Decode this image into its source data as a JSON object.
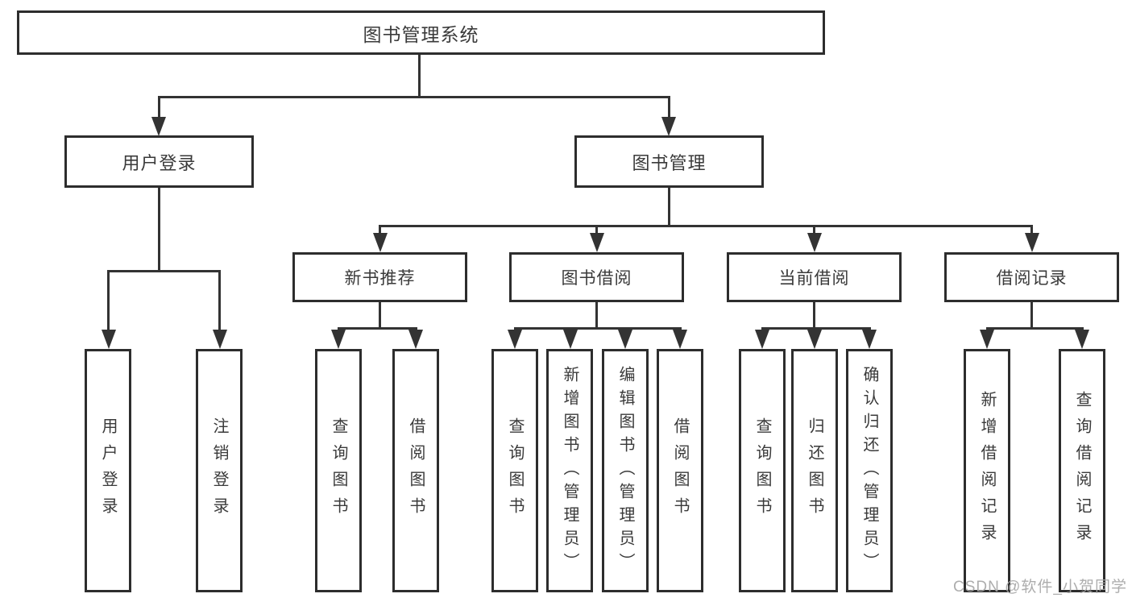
{
  "diagram_title": "图书管理系统",
  "colors": {
    "line": "#333333",
    "border": "#2d2d2d",
    "text": "#3a3a3a",
    "background": "#ffffff",
    "watermark": "#a6a6a6"
  },
  "tree": {
    "root": {
      "label": "图书管理系统"
    },
    "branches": [
      {
        "label": "用户登录",
        "children": [
          {
            "label": "用户登录"
          },
          {
            "label": "注销登录"
          }
        ]
      },
      {
        "label": "图书管理",
        "children": [
          {
            "label": "新书推荐",
            "children": [
              {
                "label": "查询图书"
              },
              {
                "label": "借阅图书"
              }
            ]
          },
          {
            "label": "图书借阅",
            "children": [
              {
                "label": "查询图书"
              },
              {
                "label": "新增图书（管理员）"
              },
              {
                "label": "编辑图书（管理员）"
              },
              {
                "label": "借阅图书"
              }
            ]
          },
          {
            "label": "当前借阅",
            "children": [
              {
                "label": "查询图书"
              },
              {
                "label": "归还图书"
              },
              {
                "label": "确认归还（管理员）"
              }
            ]
          },
          {
            "label": "借阅记录",
            "children": [
              {
                "label": "新增借阅记录"
              },
              {
                "label": "查询借阅记录"
              }
            ]
          }
        ]
      }
    ]
  },
  "watermark": "CSDN @软件_小贺同学"
}
